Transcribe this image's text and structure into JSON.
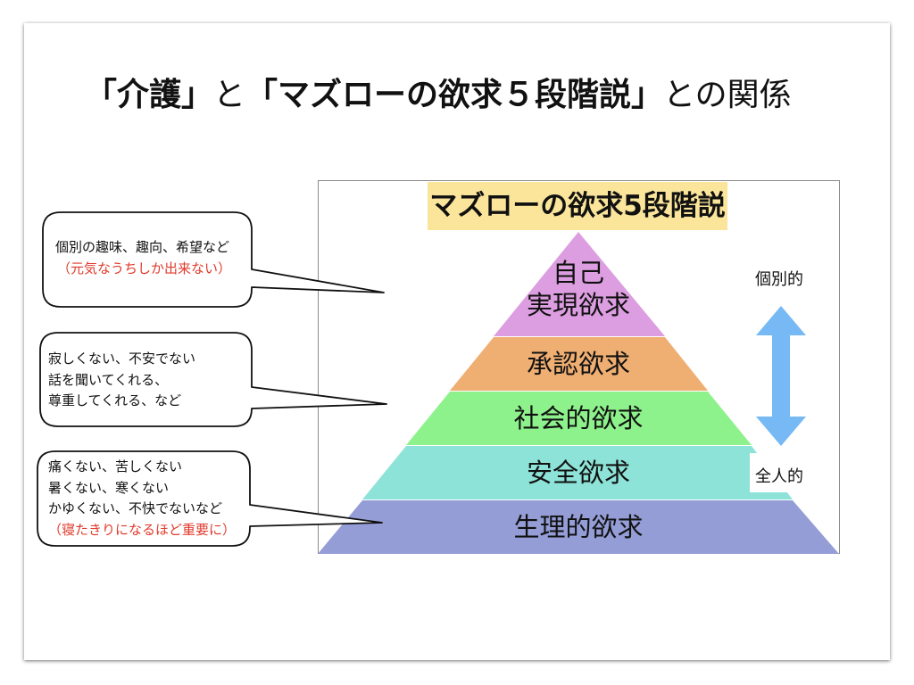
{
  "slide": {
    "title_parts": {
      "p1": "「介護」",
      "p2": "と",
      "p3": "「マズローの欲求５段階説」",
      "p4": "との関係"
    }
  },
  "pyramid": {
    "title": "マズローの欲求5段階説",
    "levels": [
      {
        "line1": "自己",
        "line2": "実現欲求",
        "color": "#dc9ee0"
      },
      {
        "line1": "承認欲求",
        "color": "#efae72"
      },
      {
        "line1": "社会的欲求",
        "color": "#8ef28c"
      },
      {
        "line1": "安全欲求",
        "color": "#8ee3d8"
      },
      {
        "line1": "生理的欲求",
        "color": "#949dd6"
      }
    ],
    "arrow_top_label": "個別的",
    "arrow_bottom_label": "全人的",
    "arrow_color": "#76b9f5"
  },
  "bubbles": [
    {
      "lines": [
        "個別の趣味、趣向、希望など"
      ],
      "red_lines": [
        "（元気なうちしか出来ない）"
      ]
    },
    {
      "lines": [
        "寂しくない、不安でない",
        "話を聞いてくれる、",
        "尊重してくれる、など"
      ],
      "red_lines": []
    },
    {
      "lines": [
        "痛くない、苦しくない",
        "暑くない、寒くない",
        "かゆくない、不快でないなど"
      ],
      "red_lines": [
        "（寝たきりになるほど重要に）"
      ]
    }
  ],
  "colors": {
    "red_text": "#e03a2c",
    "title_bg": "#fbe59a"
  }
}
